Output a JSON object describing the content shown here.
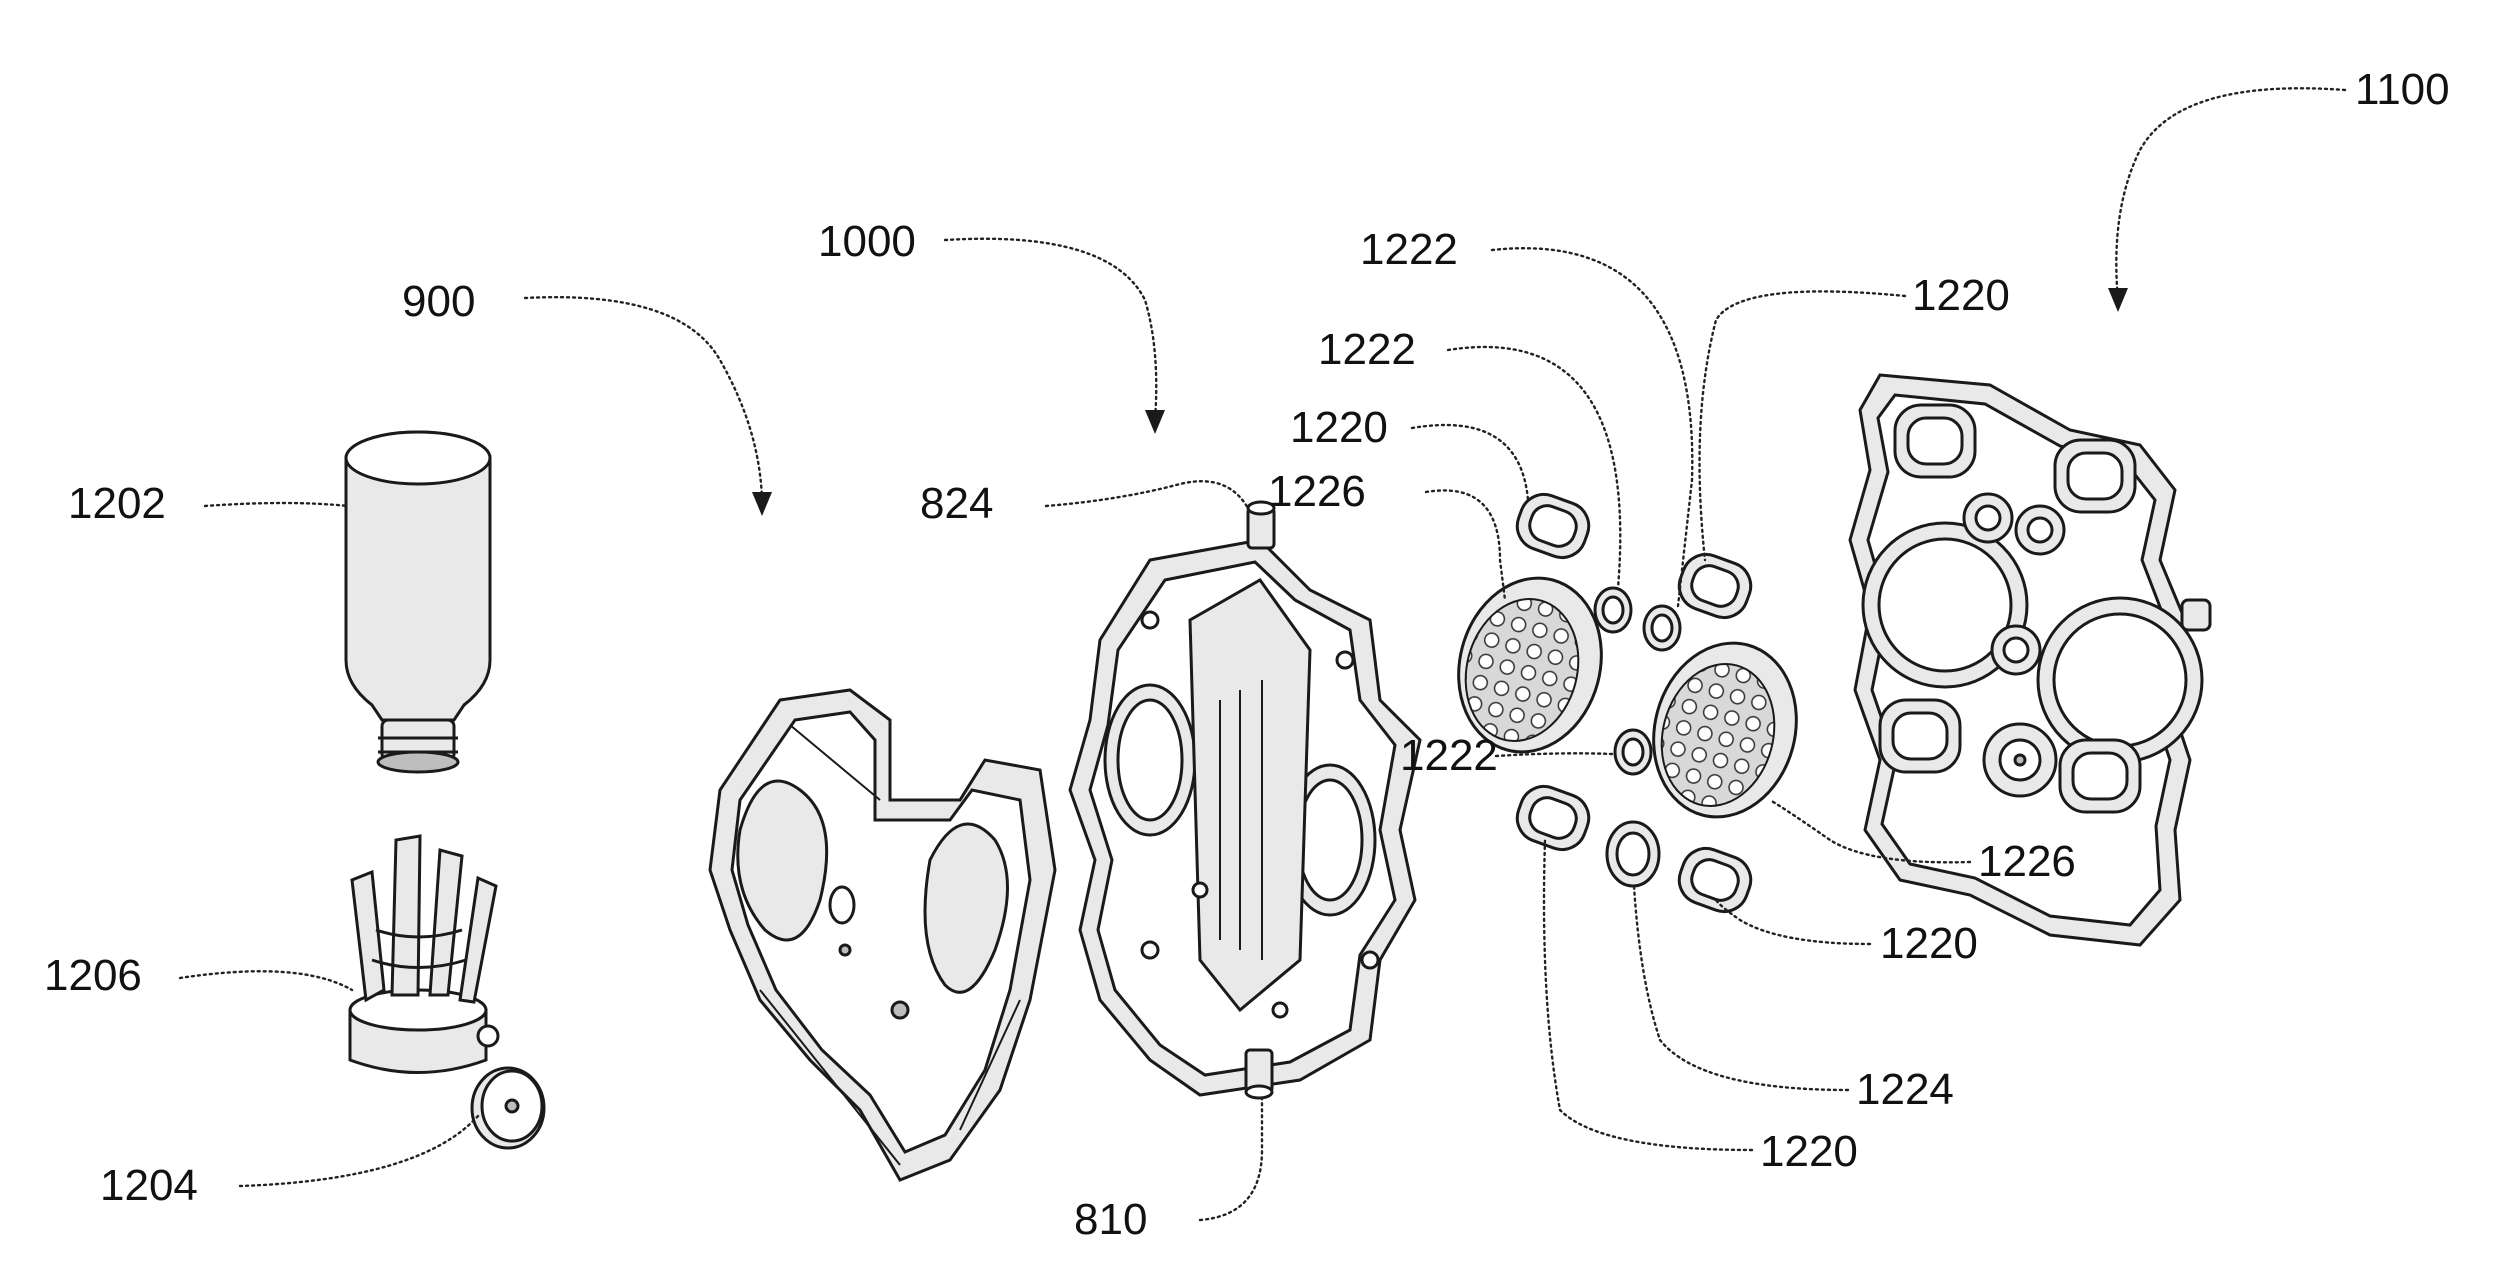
{
  "labels": {
    "r1100": "1100",
    "r1000": "1000",
    "r900": "900",
    "r1202": "1202",
    "r1206": "1206",
    "r1204": "1204",
    "r824": "824",
    "r810": "810",
    "r1222_top": "1222",
    "r1222_mid": "1222",
    "r1222_low": "1222",
    "r1220_a": "1220",
    "r1220_b": "1220",
    "r1220_c": "1220",
    "r1220_d": "1220",
    "r1226_a": "1226",
    "r1226_b": "1226",
    "r1224": "1224"
  },
  "colors": {
    "line": "#1a1a1a",
    "background": "#ffffff",
    "shade": "#e9e9e9"
  }
}
